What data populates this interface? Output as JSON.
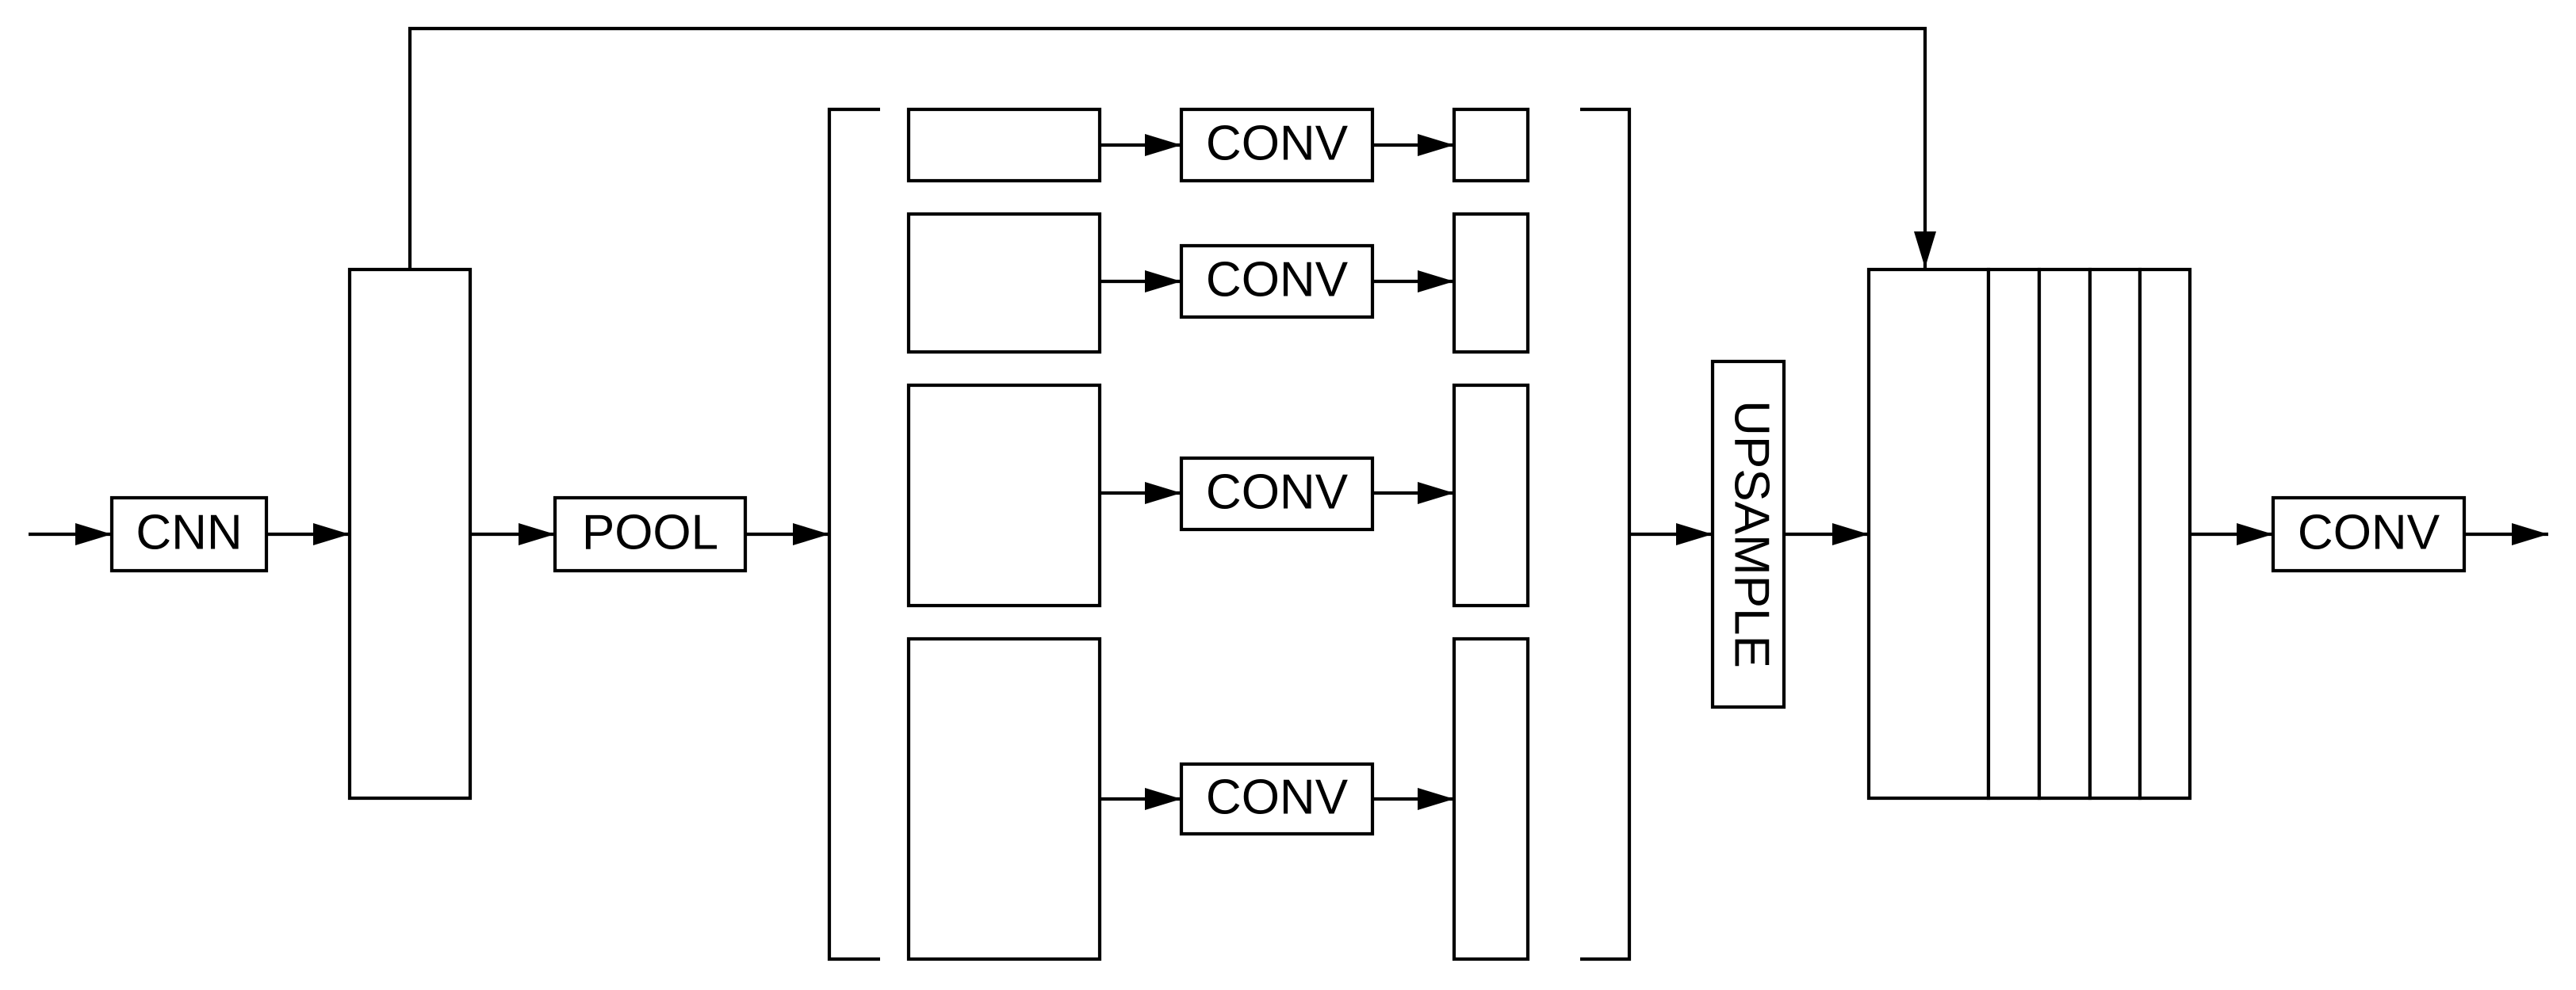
{
  "diagram": {
    "input_block": {
      "label": "CNN"
    },
    "pool_block": {
      "label": "POOL"
    },
    "branches": [
      {
        "conv_label": "CONV"
      },
      {
        "conv_label": "CONV"
      },
      {
        "conv_label": "CONV"
      },
      {
        "conv_label": "CONV"
      }
    ],
    "upsample_block": {
      "label": "UPSAMPLE"
    },
    "output_block": {
      "label": "CONV"
    },
    "colors": {
      "stroke": "#000000",
      "fill": "#ffffff"
    }
  }
}
